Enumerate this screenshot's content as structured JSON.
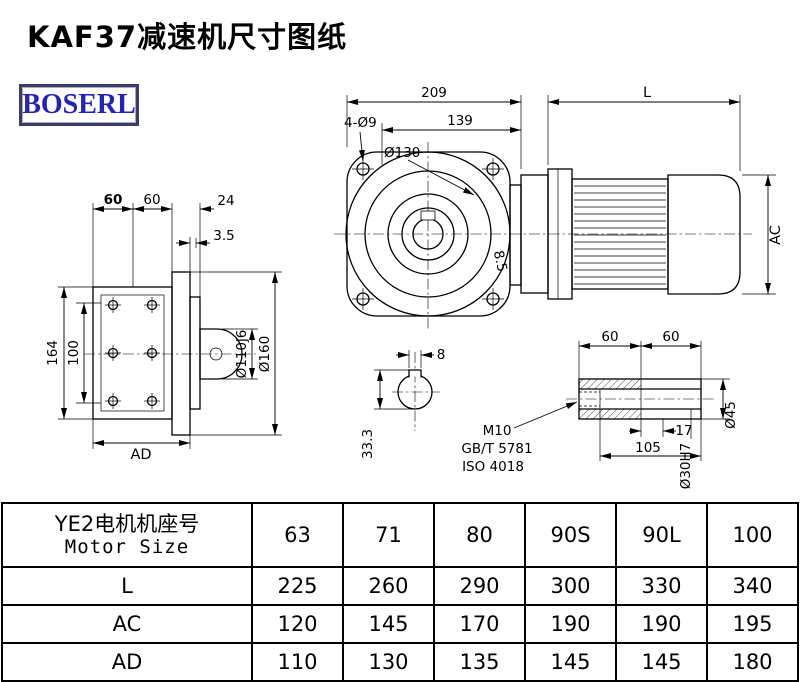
{
  "page": {
    "title": "KAF37减速机尺寸图纸",
    "brand": "BOSERL"
  },
  "drawing": {
    "front": {
      "w209": "209",
      "w139": "139",
      "bolt_note": "4-Ø9",
      "flange_dia": "Ø130",
      "k85": "8.5"
    },
    "motor": {
      "length": "L",
      "height": "AC"
    },
    "left": {
      "s60a": "60",
      "s60b": "60",
      "s24": "24",
      "s35": "3.5",
      "h164": "164",
      "h100": "100",
      "ad": "AD",
      "d110": "Ø110j6",
      "d160": "Ø160"
    },
    "key": {
      "w8": "8",
      "h333": "33.3"
    },
    "bolt_spec": {
      "thread": "M10",
      "std_gb": "GB/T 5781",
      "std_iso": "ISO 4018"
    },
    "shaft": {
      "l60a": "60",
      "l60b": "60",
      "l17": "17",
      "l105": "105",
      "bore": "Ø30H7",
      "od": "Ø45"
    }
  },
  "table": {
    "motor_label_cn": "YE2电机机座号",
    "motor_label_en": "Motor Size",
    "sizes": [
      "63",
      "71",
      "80",
      "90S",
      "90L",
      "100"
    ],
    "rows": [
      {
        "label": "L",
        "values": [
          "225",
          "260",
          "290",
          "300",
          "330",
          "340"
        ]
      },
      {
        "label": "AC",
        "values": [
          "120",
          "145",
          "170",
          "190",
          "190",
          "195"
        ]
      },
      {
        "label": "AD",
        "values": [
          "110",
          "130",
          "135",
          "145",
          "145",
          "180"
        ]
      }
    ]
  }
}
